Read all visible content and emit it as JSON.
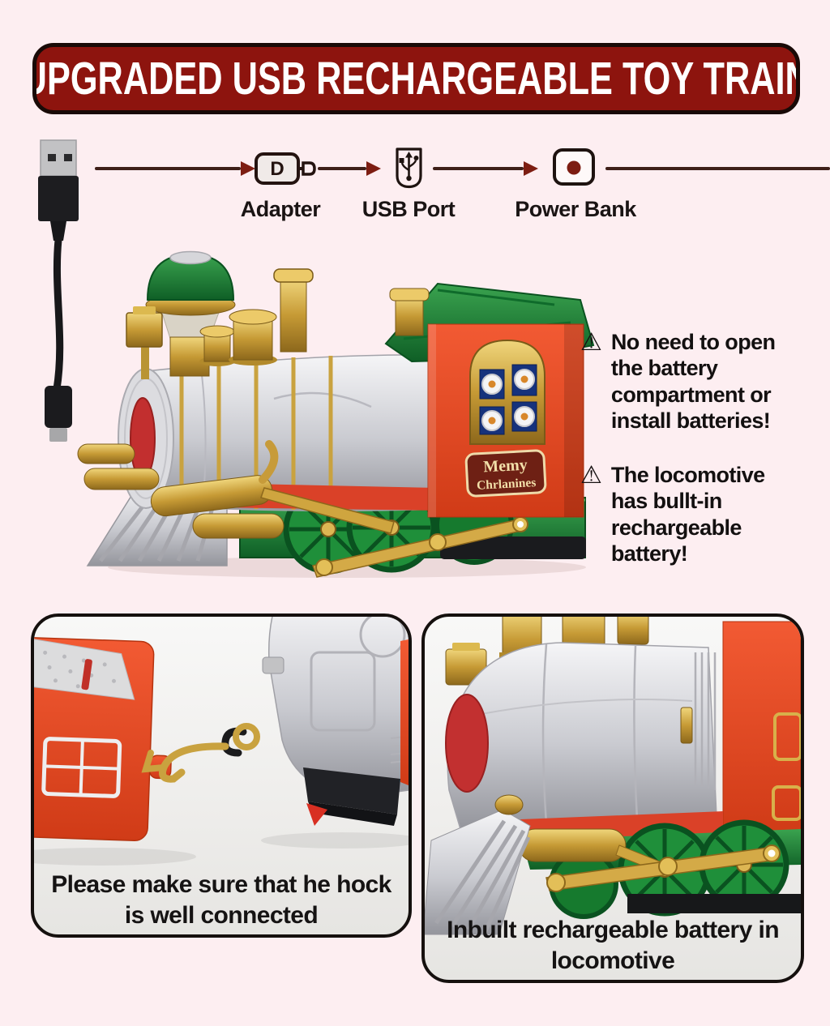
{
  "page": {
    "background": "#fdeef1"
  },
  "banner": {
    "text": "UPGRADED USB RECHARGEABLE TOY TRAIN",
    "bg": "#8d140e",
    "text_color": "#ffffff"
  },
  "flow": {
    "adapter_letter": "D",
    "items": [
      {
        "icon": "adapter-icon",
        "label": "Adapter"
      },
      {
        "icon": "usb-port-icon",
        "label": "USB Port"
      },
      {
        "icon": "power-bank-icon",
        "label": "Power Bank"
      }
    ],
    "line_color": "#3e1f18",
    "arrow_color": "#7d1d12"
  },
  "train": {
    "plaque_line1": "Memy",
    "plaque_line2": "Chrlanines"
  },
  "warnings": {
    "icon_char": "⚠",
    "items": [
      {
        "text": "No need to open the battery compartment or install batteries!"
      },
      {
        "text": "The locomotive has bullt-in rechargeable battery!"
      }
    ]
  },
  "cards": {
    "left_caption": "Please make sure that he hock is well connected",
    "right_caption": "Inbuilt rechargeable battery in locomotive"
  },
  "colors": {
    "silver": "#c9cad0",
    "gold": "#c69a35",
    "green": "#1f8f3a",
    "orange": "#e8492b",
    "red_accent": "#c22f2f",
    "plaque_bg": "#6e2014",
    "plaque_text": "#f2dfa9"
  }
}
